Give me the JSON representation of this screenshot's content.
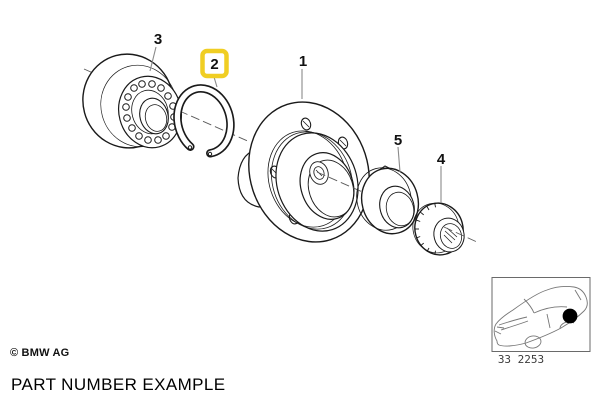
{
  "diagram": {
    "type": "exploded-parts-diagram",
    "callouts": [
      {
        "label": "1",
        "highlighted": false
      },
      {
        "label": "2",
        "highlighted": true
      },
      {
        "label": "3",
        "highlighted": false
      },
      {
        "label": "4",
        "highlighted": false
      },
      {
        "label": "5",
        "highlighted": false
      }
    ],
    "highlight_color": "#F0CE23"
  },
  "inset": {
    "diagram_code": "33 2253"
  },
  "footer": {
    "copyright": "© BMW AG",
    "caption": "PART NUMBER EXAMPLE"
  }
}
